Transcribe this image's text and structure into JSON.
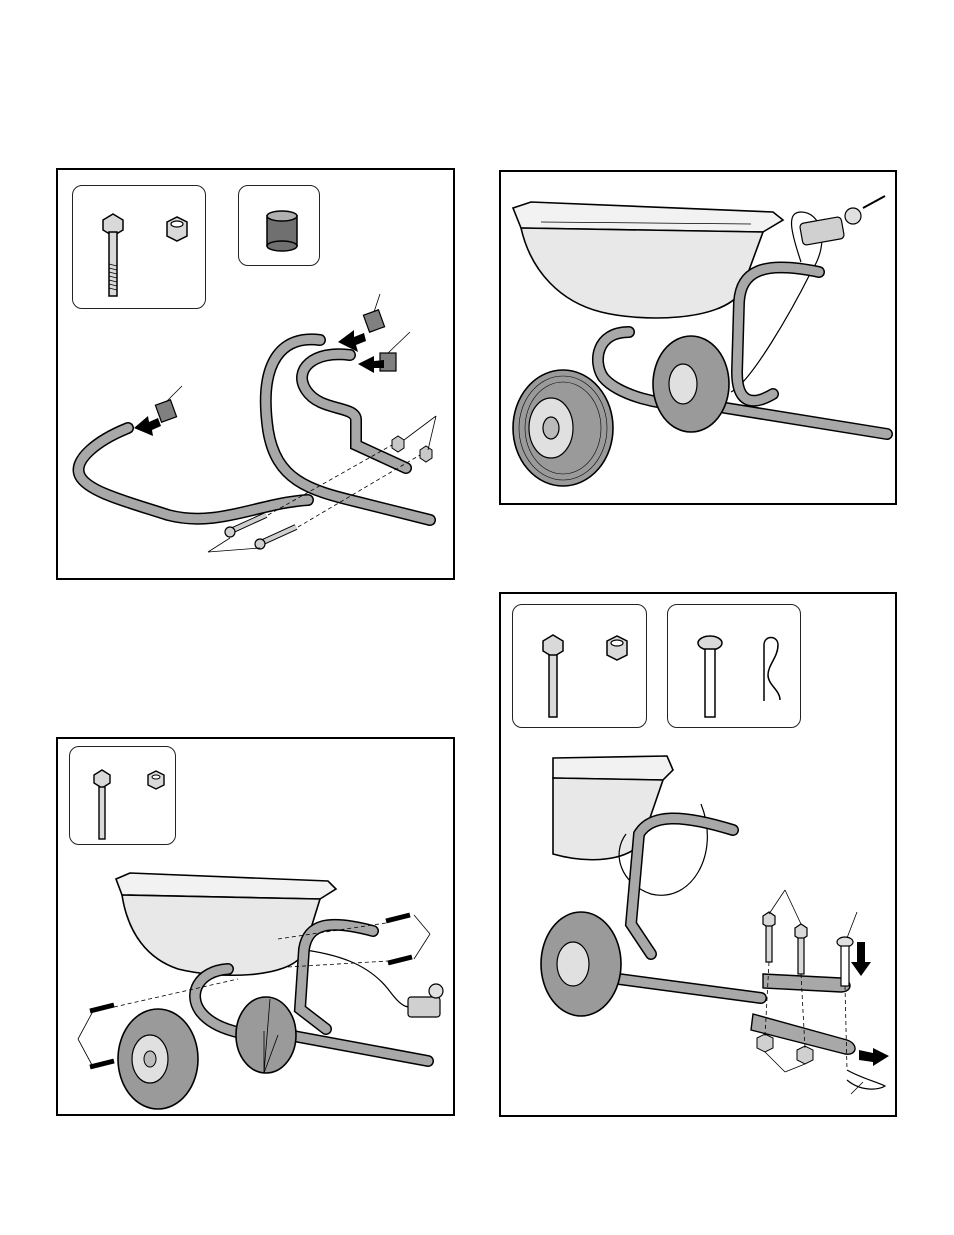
{
  "page": {
    "panels": [
      {
        "id": "step-1",
        "figure": "handle-and-tube-assembly",
        "parts": [
          "hex-bolt",
          "lock-nut",
          "end-cap"
        ]
      },
      {
        "id": "step-2",
        "figure": "spreader-with-handle-and-control-cable",
        "parts": []
      },
      {
        "id": "step-3",
        "figure": "frame-bolting-to-hopper",
        "parts": [
          "hex-bolt",
          "lock-nut"
        ]
      },
      {
        "id": "step-4",
        "figure": "tow-hitch-assembly",
        "parts": [
          "hex-bolt",
          "lock-nut",
          "clevis-pin",
          "hair-pin-cotter"
        ]
      }
    ]
  },
  "colors": {
    "tube_fill": "#a8a8a8",
    "outline": "#000000",
    "hopper_fill": "#f2f2f2",
    "tire_fill": "#9a9a9a"
  }
}
